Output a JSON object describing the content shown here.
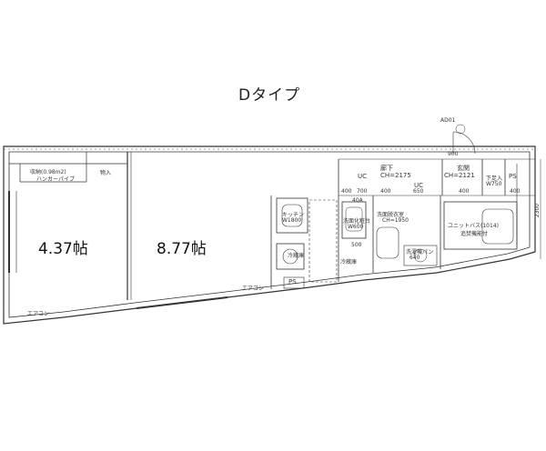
{
  "title": "Dタイプ",
  "rooms": {
    "room_a": "4.37帖",
    "room_b": "8.77帖"
  },
  "labels": {
    "closet": "収納(0.98m2)",
    "closet_sub": "ハンガーパイプ",
    "storage": "物入",
    "ps_right": "PS",
    "ps_bottom": "PS",
    "uc1": "UC",
    "uc2": "UC",
    "corridor": "廊下",
    "corridor_ch": "CH=2175",
    "entrance": "玄関",
    "entrance_ch": "CH=2121",
    "shoe_box": "下足入",
    "shoe_box_w": "W750",
    "fridge": "冷蔵庫",
    "washroom": "洗面脱衣室",
    "washroom_ch": "CH=1950",
    "washstand": "洗面化粧台",
    "washstand_w": "W600",
    "kitchen": "キッチン",
    "kitchen_w": "W1800",
    "unit_bath": "ユニットバス(1014)",
    "unit_bath_sub": "追焚機能付",
    "laundry_pan": "洗濯機パン",
    "laundry_pan_w": "640",
    "aircon": "エアコン",
    "aircon2": "エアコン",
    "breaker": "40A",
    "refrig_side": "冷蔵庫",
    "dim_2300": "2300",
    "dim_900": "900",
    "dim_400a": "400",
    "dim_700": "700",
    "dim_400b": "400",
    "dim_650": "650",
    "dim_400c": "400",
    "dim_400d": "400",
    "dim_500": "500",
    "door_tag": "AD01"
  },
  "colors": {
    "line": "#333333",
    "thin": "#777777"
  }
}
